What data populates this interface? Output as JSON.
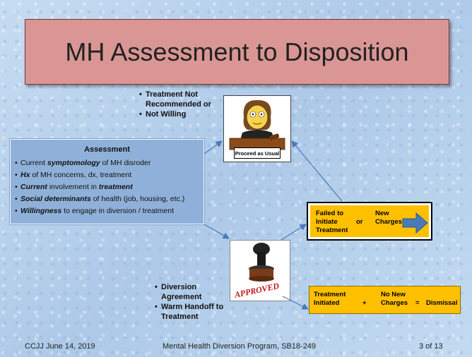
{
  "title": "MH Assessment to Disposition",
  "top_bullets": [
    "Treatment Not Recommended or",
    "Not Willing"
  ],
  "assessment": {
    "heading": "Assessment",
    "items": [
      {
        "pre": "Current ",
        "em": "symptomology",
        "post": " of MH disroder"
      },
      {
        "pre": "",
        "em": "Hx",
        "post": " of MH concerns, dx, treatment"
      },
      {
        "pre": "",
        "em": "Current",
        "post": " involvement in ",
        "em2": "treatment"
      },
      {
        "pre": "",
        "em": "Social determinants",
        "post": " of health (job, housing, etc.)"
      },
      {
        "pre": "",
        "em": "Willingness",
        "post": " to engage in diversion / treatment"
      }
    ]
  },
  "judge_label": "Proceed as Usual",
  "failed": {
    "left_line1": "Failed to",
    "left_line2": "Initiate",
    "left_line3": "Treatment",
    "or": "or",
    "right_line1": "New",
    "right_line2": "Charges"
  },
  "stamp_text": "APPROVED",
  "bottom_bullets": [
    "Diversion Agreement",
    "Warm Handoff to Treatment"
  ],
  "dismissal": {
    "l1": "Treatment",
    "l2": "Initiated",
    "plus": "+",
    "m1": "No New",
    "m2": "Charges",
    "eq": "=",
    "result": "Dismissal"
  },
  "footer": {
    "left": "CCJJ  June 14, 2019",
    "center": "Mental Health Diversion Program, SB18-249",
    "right": "3 of 13"
  },
  "colors": {
    "title_bg": "#d99694",
    "assessment_bg": "#8fb1d9",
    "outcome_bg": "#ffc000",
    "arrow": "#4a7ab8"
  }
}
